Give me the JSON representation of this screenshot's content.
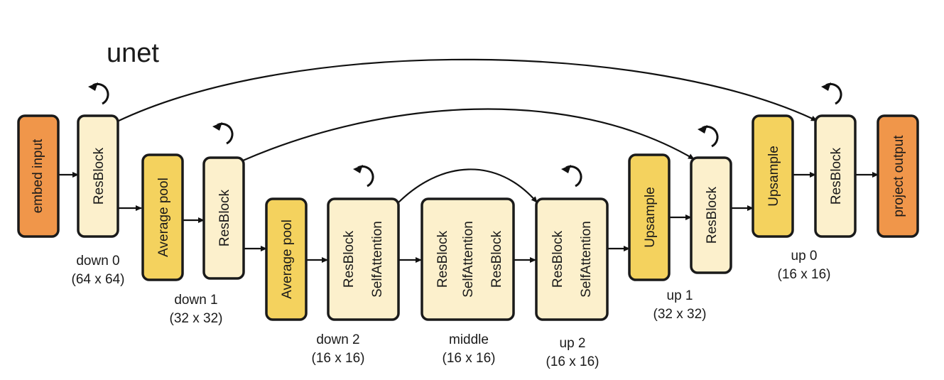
{
  "title": "unet",
  "blocks": {
    "embed": "embed input",
    "down0": "ResBlock",
    "pool1": "Average pool",
    "down1": "ResBlock",
    "pool2": "Average pool",
    "down2_res": "ResBlock",
    "down2_attn": "SelfAttention",
    "mid_res1": "ResBlock",
    "mid_attn": "SelfAttention",
    "mid_res2": "ResBlock",
    "up2_res": "ResBlock",
    "up2_attn": "SelfAttention",
    "ups1": "Upsample",
    "up1": "ResBlock",
    "ups0": "Upsample",
    "up0": "ResBlock",
    "project": "project output"
  },
  "captions": {
    "down0_name": "down 0",
    "down0_size": "(64 x 64)",
    "down1_name": "down 1",
    "down1_size": "(32 x 32)",
    "down2_name": "down 2",
    "down2_size": "(16 x 16)",
    "middle_name": "middle",
    "middle_size": "(16 x 16)",
    "up2_name": "up 2",
    "up2_size": "(16 x 16)",
    "up1_name": "up 1",
    "up1_size": "(32 x 32)",
    "up0_name": "up 0",
    "up0_size": "(16 x 16)"
  },
  "colors": {
    "embed": "#f0964a",
    "resblock": "#fcf0cc",
    "pool": "#f4d25e"
  }
}
